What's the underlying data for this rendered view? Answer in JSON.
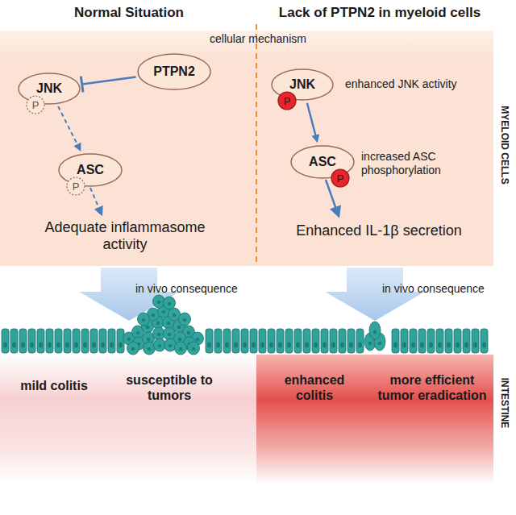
{
  "diagram": {
    "nodes": [
      {
        "text": [
          "PTPN2"
        ]
      },
      {
        "text": [
          "JNK"
        ]
      },
      {
        "text": [
          "P"
        ],
        "in": 1
      },
      {
        "text": [
          "ASC"
        ]
      },
      {
        "text": [
          "P"
        ],
        "in": 3
      },
      {
        "text": [
          "JNK"
        ]
      },
      {
        "text": [
          "P"
        ],
        "in": 5
      },
      {
        "text": [
          "ASC"
        ]
      },
      {
        "text": [
          "P"
        ],
        "in": 7
      }
    ],
    "edges": [
      {
        "from": 0,
        "to": 1,
        "arrow": "to"
      },
      {
        "from": 1,
        "to": 3,
        "arrow": "to"
      },
      {
        "from": 5,
        "to": 7,
        "arrow": "to"
      }
    ],
    "labels": [
      "Normal Situation",
      "Lack of PTPN2 in myeloid cells",
      "cellular mechanism",
      "MYELOID CELLS",
      "Adequate inflammasome activity",
      "enhanced JNK activity",
      "increased ASC phosphorylation",
      "Enhanced IL-1β secretion",
      "in vivo consequence",
      "in vivo consequence",
      "INTESTINE",
      "mild colitis",
      "susceptible to tumors",
      "enhanced colitis",
      "more efficient tumor eradication"
    ]
  }
}
